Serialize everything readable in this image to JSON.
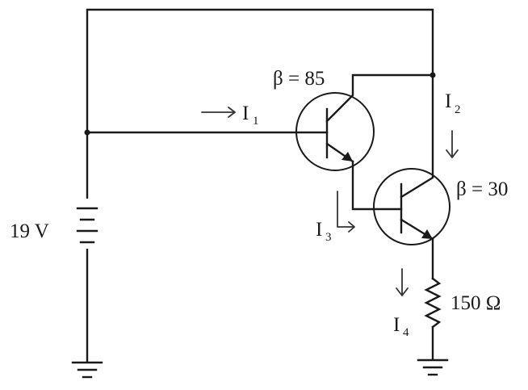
{
  "source": {
    "voltage_label": "19 V"
  },
  "transistors": [
    {
      "beta_label": "β = 85"
    },
    {
      "beta_label": "β = 30"
    }
  ],
  "resistor": {
    "label": "150 Ω"
  },
  "currents": [
    {
      "symbol": "I",
      "index": "1"
    },
    {
      "symbol": "I",
      "index": "2"
    },
    {
      "symbol": "I",
      "index": "3"
    },
    {
      "symbol": "I",
      "index": "4"
    }
  ]
}
